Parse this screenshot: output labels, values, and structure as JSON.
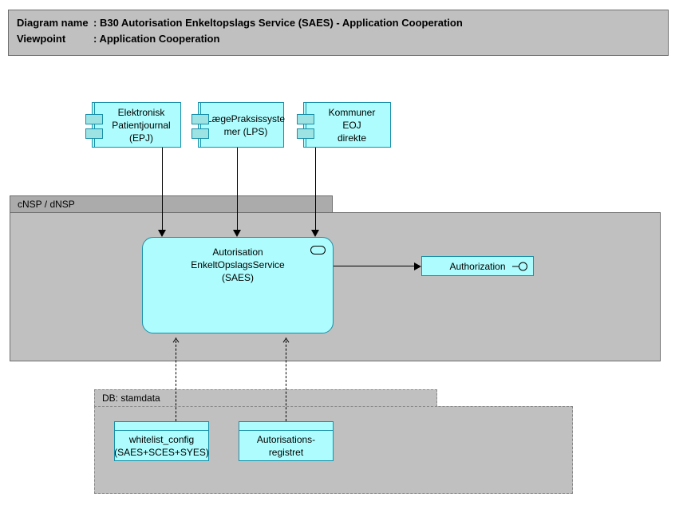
{
  "header": {
    "diagram_name_label": "Diagram name",
    "diagram_name_sep": ": ",
    "diagram_name_value": "B30 Autorisation Enkeltopslags Service (SAES) - Application Cooperation",
    "viewpoint_label": "Viewpoint",
    "viewpoint_sep": ": ",
    "viewpoint_value": "Application Cooperation"
  },
  "colors": {
    "element_fill": "#aefcfd",
    "element_border": "#1a8fa8",
    "group_body": "#c0c0c0",
    "group_tab": "#ababab",
    "group_border": "#6e6e6e",
    "connector": "#000000"
  },
  "groups": [
    {
      "id": "cnsp-dnsp",
      "label": "cNSP / dNSP",
      "style": "solid"
    },
    {
      "id": "db-stamdata",
      "label": "DB: stamdata",
      "style": "dashed"
    }
  ],
  "components": [
    {
      "id": "epj",
      "label": "Elektronisk\nPatientjournal\n(EPJ)",
      "icon": "uml-component-icon"
    },
    {
      "id": "lps",
      "label": "LægePraksissyste\nmer (LPS)",
      "icon": "uml-component-icon"
    },
    {
      "id": "kommuner",
      "label": "Kommuner EOJ\ndirekte",
      "icon": "uml-component-icon"
    }
  ],
  "service": {
    "id": "saes",
    "label": "Autorisation EnkeltOpslagsService\n(SAES)",
    "icon": "rounded-service-icon"
  },
  "interface": {
    "id": "authorization",
    "label": "Authorization",
    "icon": "lollipop-interface-icon"
  },
  "data_objects": [
    {
      "id": "whitelist-config",
      "label": "whitelist_config\n(SAES+SCES+SYES)"
    },
    {
      "id": "autorisationsregistret",
      "label": "Autorisations-\nregistret"
    }
  ]
}
